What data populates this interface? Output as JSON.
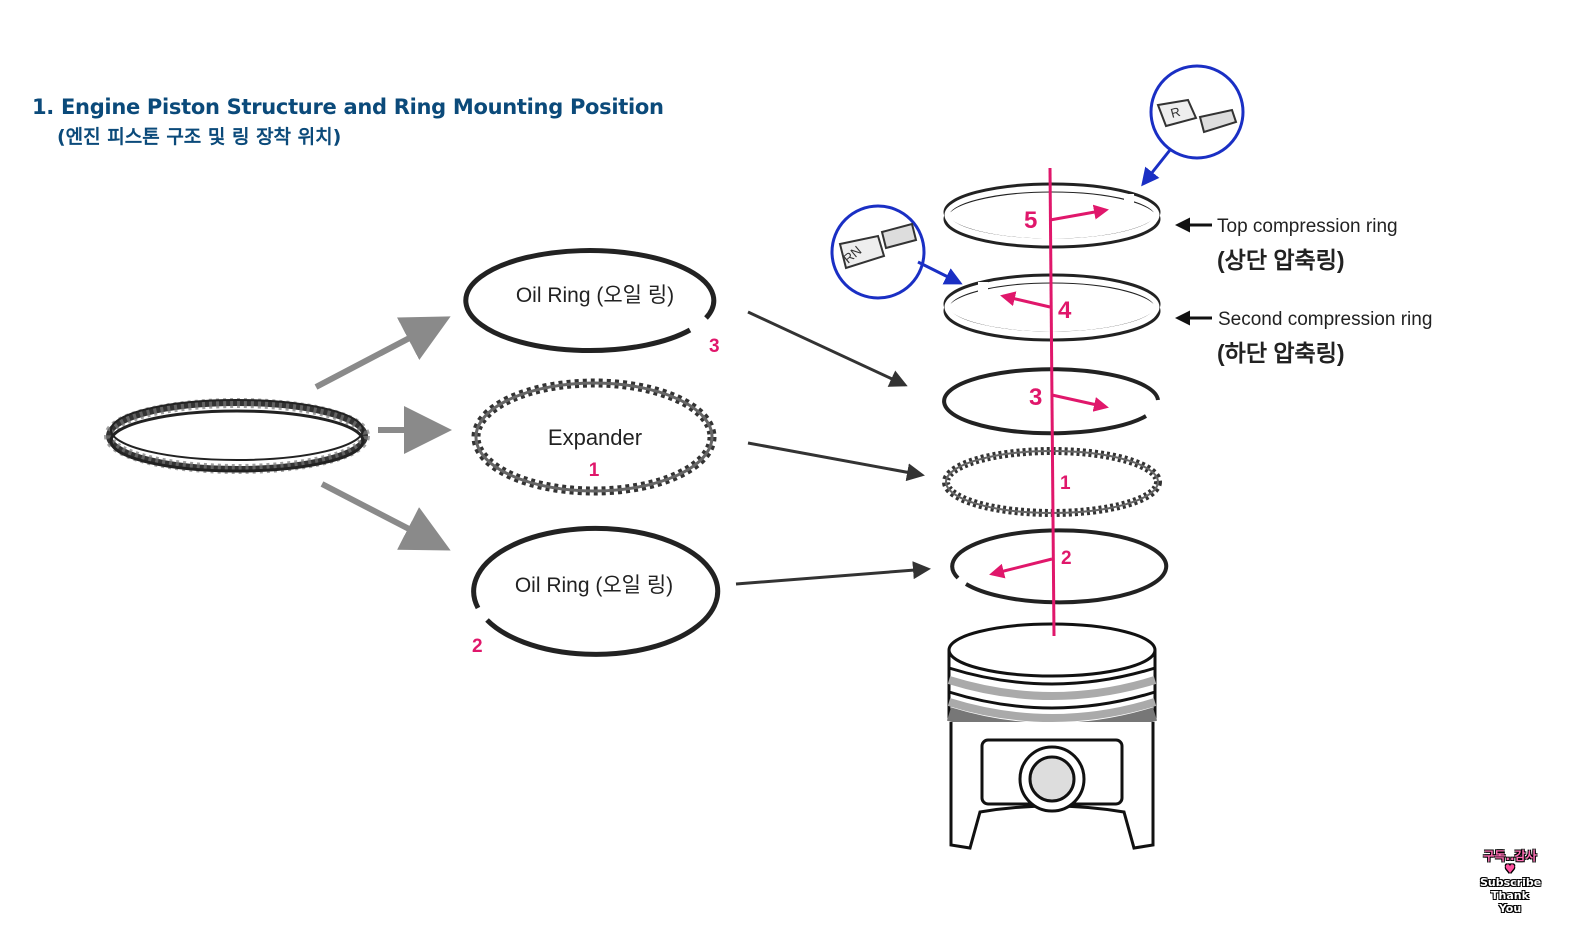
{
  "title": {
    "line1": "1. Engine Piston Structure and Ring Mounting Position",
    "line2": "(엔진 피스톤 구조 및 링 장착 위치)"
  },
  "left_group": {
    "oil_ring_top_label": "Oil Ring (오일 링)",
    "expander_label": "Expander",
    "oil_ring_bottom_label": "Oil Ring (오일 링)",
    "num_top": "3",
    "num_expander": "1",
    "num_bottom": "2"
  },
  "stack": {
    "num_5": "5",
    "num_4": "4",
    "num_3": "3",
    "num_1": "1",
    "num_2": "2",
    "top_ring_label_en": "Top compression ring",
    "top_ring_label_kr": "(상단 압축링)",
    "second_ring_label_en": "Second compression ring",
    "second_ring_label_kr": "(하단 압축링)",
    "mark_top": "R",
    "mark_second": "RN"
  },
  "badge": {
    "line1": "구독..감사",
    "line2": "Subscribe",
    "line3": "Thank You"
  },
  "colors": {
    "title": "#0b4a7a",
    "accent_pink": "#e0176b",
    "callout_blue": "#1a2fc4",
    "arrow_gray": "#8a8a8a",
    "arrow_dark": "#333333"
  }
}
